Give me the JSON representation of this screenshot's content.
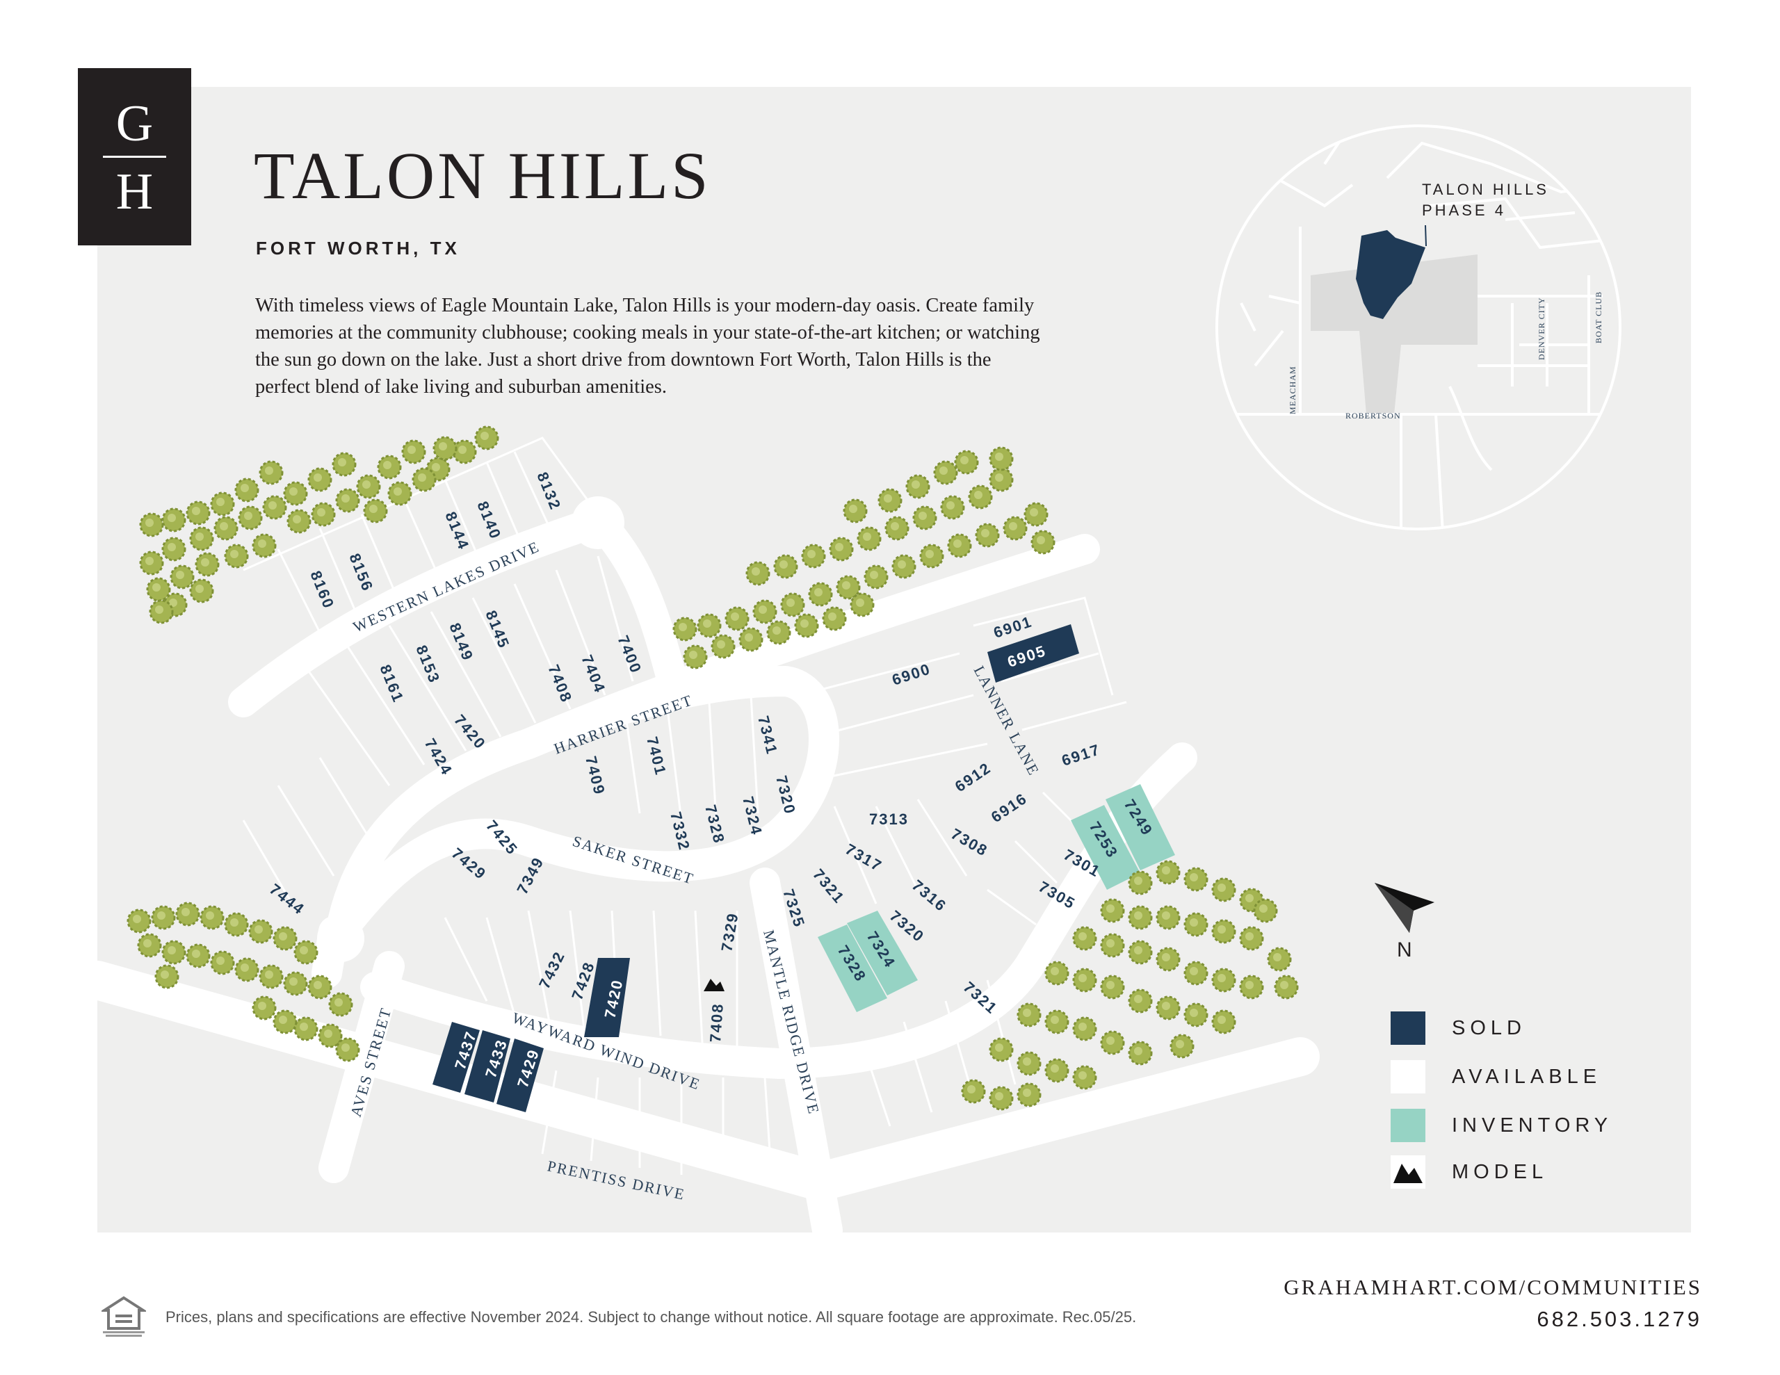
{
  "brand": {
    "logo_top": "G",
    "logo_bottom": "H"
  },
  "header": {
    "title": "TALON HILLS",
    "subtitle": "FORT WORTH, TX",
    "description": "With timeless views of Eagle Mountain Lake, Talon Hills is your modern-day oasis. Create family memories at the community clubhouse; cooking meals in your state-of-the-art kitchen; or watching the sun go down on the lake. Just a short drive from downtown Fort Worth, Talon Hills is the perfect blend of lake living and suburban amenities."
  },
  "locator": {
    "label_line1": "TALON HILLS",
    "label_line2": "PHASE 4",
    "streets": {
      "meacham": "MEACHAM",
      "robertson": "ROBERTSON",
      "denver_city": "DENVER CITY",
      "boat_club": "BOAT CLUB"
    }
  },
  "streets": {
    "western_lakes": "WESTERN LAKES DRIVE",
    "harrier": "HARRIER STREET",
    "saker": "SAKER STREET",
    "lanner": "LANNER LANE",
    "mantle_ridge": "MANTLE RIDGE DRIVE",
    "wayward_wind": "WAYWARD WIND DRIVE",
    "aves": "AVES STREET",
    "prentiss": "PRENTISS DRIVE"
  },
  "lots": [
    {
      "id": "8132",
      "status": "available"
    },
    {
      "id": "8140",
      "status": "available"
    },
    {
      "id": "8144",
      "status": "available"
    },
    {
      "id": "8156",
      "status": "available"
    },
    {
      "id": "8160",
      "status": "available"
    },
    {
      "id": "8145",
      "status": "available"
    },
    {
      "id": "8149",
      "status": "available"
    },
    {
      "id": "8153",
      "status": "available"
    },
    {
      "id": "8161",
      "status": "available"
    },
    {
      "id": "7400",
      "status": "available"
    },
    {
      "id": "7404",
      "status": "available"
    },
    {
      "id": "7408",
      "status": "available"
    },
    {
      "id": "7420",
      "status": "available"
    },
    {
      "id": "7424",
      "status": "available"
    },
    {
      "id": "6901",
      "status": "available"
    },
    {
      "id": "6905",
      "status": "sold"
    },
    {
      "id": "6900",
      "status": "available"
    },
    {
      "id": "6917",
      "status": "available"
    },
    {
      "id": "7341",
      "status": "available"
    },
    {
      "id": "7401",
      "status": "available"
    },
    {
      "id": "7409",
      "status": "available"
    },
    {
      "id": "7320",
      "status": "available"
    },
    {
      "id": "7324",
      "status": "available"
    },
    {
      "id": "7328",
      "status": "available"
    },
    {
      "id": "7332",
      "status": "available"
    },
    {
      "id": "6912",
      "status": "available"
    },
    {
      "id": "6916",
      "status": "available"
    },
    {
      "id": "7313",
      "status": "available"
    },
    {
      "id": "7308",
      "status": "available"
    },
    {
      "id": "7249",
      "status": "inventory"
    },
    {
      "id": "7253",
      "status": "inventory"
    },
    {
      "id": "7301",
      "status": "available"
    },
    {
      "id": "7305",
      "status": "available"
    },
    {
      "id": "7317",
      "status": "available"
    },
    {
      "id": "7321",
      "status": "available"
    },
    {
      "id": "7316",
      "status": "available"
    },
    {
      "id": "7320",
      "status": "available"
    },
    {
      "id": "7324",
      "status": "inventory"
    },
    {
      "id": "7328",
      "status": "inventory"
    },
    {
      "id": "7325",
      "status": "available"
    },
    {
      "id": "7321",
      "status": "available"
    },
    {
      "id": "7425",
      "status": "available"
    },
    {
      "id": "7429",
      "status": "available"
    },
    {
      "id": "7349",
      "status": "available"
    },
    {
      "id": "7444",
      "status": "available"
    },
    {
      "id": "7329",
      "status": "available"
    },
    {
      "id": "7432",
      "status": "available"
    },
    {
      "id": "7428",
      "status": "available"
    },
    {
      "id": "7420",
      "status": "sold"
    },
    {
      "id": "7408",
      "status": "model"
    },
    {
      "id": "7437",
      "status": "sold"
    },
    {
      "id": "7433",
      "status": "sold"
    },
    {
      "id": "7429",
      "status": "sold"
    }
  ],
  "legend": [
    {
      "label": "SOLD",
      "color": "#1f3a56"
    },
    {
      "label": "AVAILABLE",
      "color": "#ffffff"
    },
    {
      "label": "INVENTORY",
      "color": "#96d3c4"
    },
    {
      "label": "MODEL",
      "icon": "model-house-icon"
    }
  ],
  "compass": {
    "label": "N"
  },
  "colors": {
    "sold": "#1f3a56",
    "inventory": "#96d3c4",
    "available": "#ffffff",
    "tree": "#a4b451",
    "road": "#ffffff",
    "background": "#efefee",
    "text_navy": "#1f3a56"
  },
  "footer": {
    "disclaimer": "Prices, plans and specifications are effective November 2024. Subject to change without notice. All square footage are approximate. Rec.05/25.",
    "website": "GRAHAMHART.COM/COMMUNITIES",
    "phone": "682.503.1279",
    "eho_icon": "equal-housing-icon"
  }
}
